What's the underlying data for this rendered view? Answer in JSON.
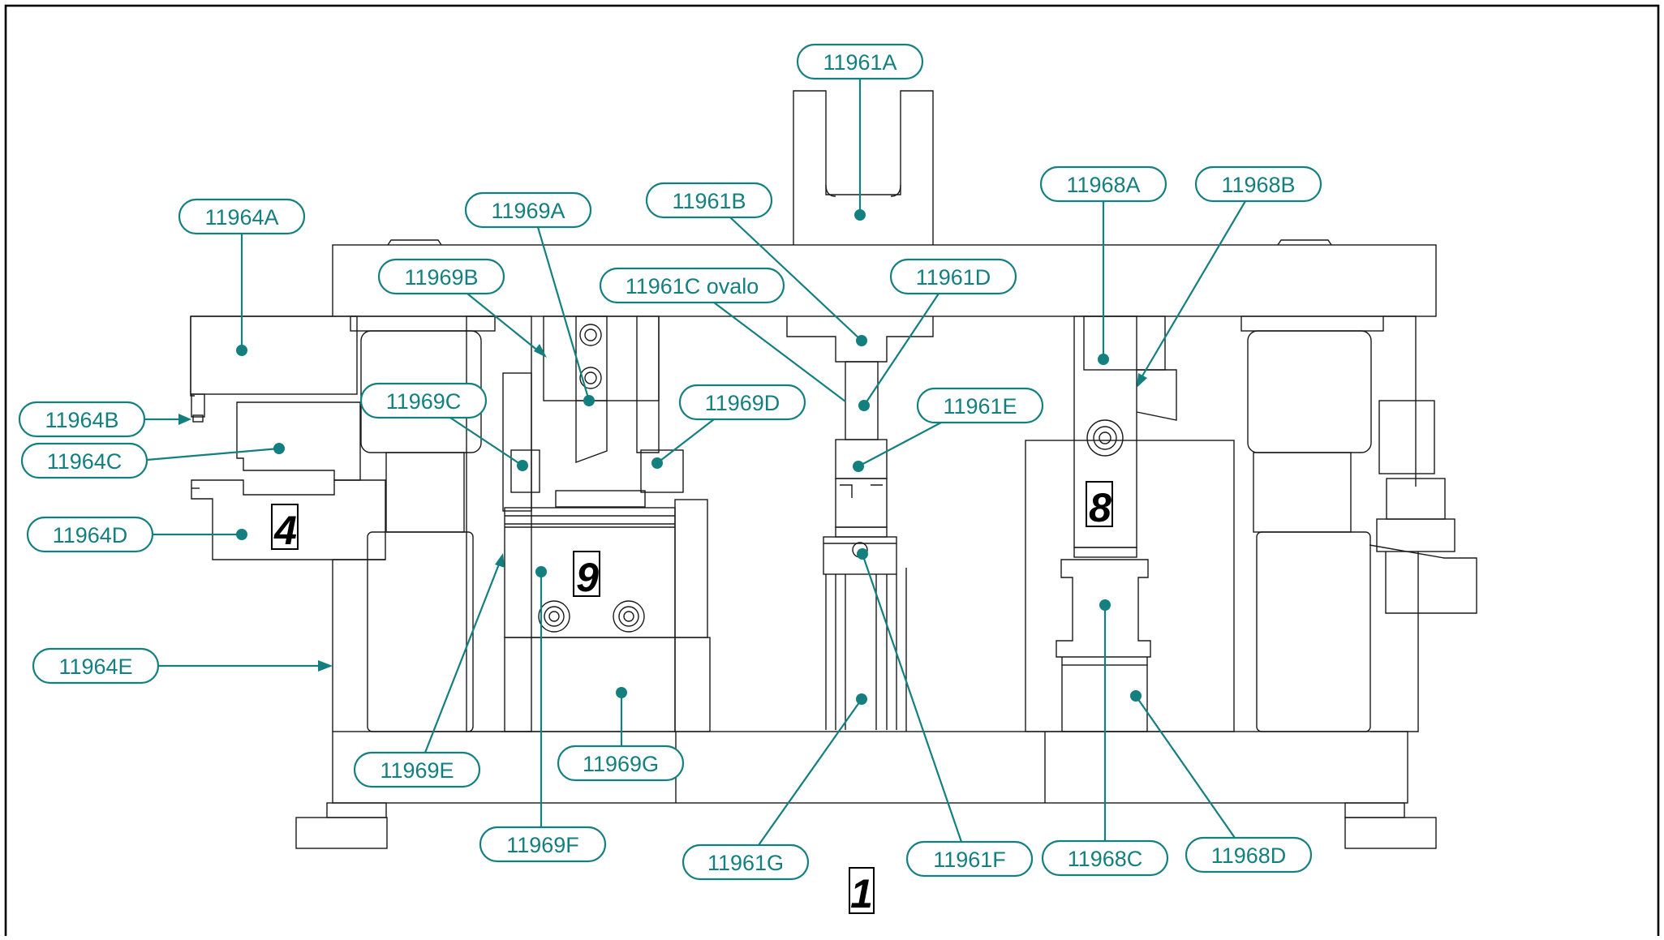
{
  "labels": {
    "l11961A": "11961A",
    "l11961B": "11961B",
    "l11961C": "11961C ovalo",
    "l11961D": "11961D",
    "l11961E": "11961E",
    "l11961F": "11961F",
    "l11961G": "11961G",
    "l11964A": "11964A",
    "l11964B": "11964B",
    "l11964C": "11964C",
    "l11964D": "11964D",
    "l11964E": "11964E",
    "l11968A": "11968A",
    "l11968B": "11968B",
    "l11968C": "11968C",
    "l11968D": "11968D",
    "l11969A": "11969A",
    "l11969B": "11969B",
    "l11969C": "11969C",
    "l11969D": "11969D",
    "l11969E": "11969E",
    "l11969F": "11969F",
    "l11969G": "11969G"
  },
  "assembly_numbers": {
    "n1": "1",
    "n4": "4",
    "n8": "8",
    "n9": "9"
  },
  "colors": {
    "callout": "#137f7f",
    "linework": "#1a1a1a"
  }
}
